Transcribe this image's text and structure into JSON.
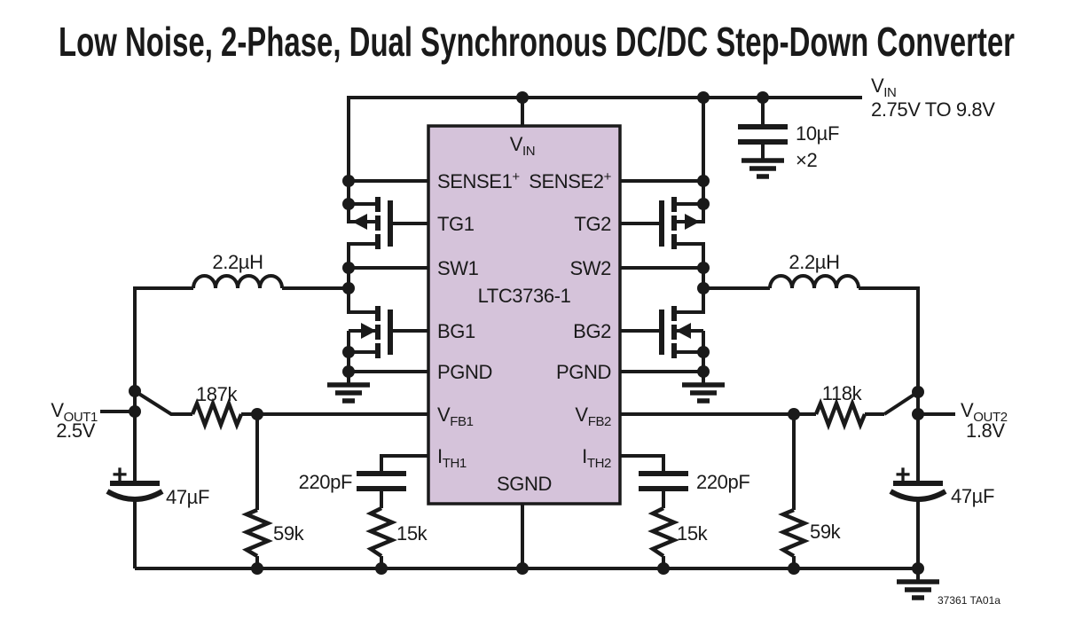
{
  "title": "Low Noise, 2-Phase, Dual Synchronous DC/DC Step-Down Converter",
  "ic": {
    "part_number": "LTC3736-1",
    "pins": {
      "vin": {
        "main": "V",
        "sub": "IN"
      },
      "sense1": {
        "main": "SENSE1",
        "sup": "+"
      },
      "sense2": {
        "main": "SENSE2",
        "sup": "+"
      },
      "tg1": "TG1",
      "tg2": "TG2",
      "sw1": "SW1",
      "sw2": "SW2",
      "bg1": "BG1",
      "bg2": "BG2",
      "pgnd1": "PGND",
      "pgnd2": "PGND",
      "vfb1": {
        "main": "V",
        "sub": "FB1"
      },
      "vfb2": {
        "main": "V",
        "sub": "FB2"
      },
      "ith1": {
        "main": "I",
        "sub": "TH1"
      },
      "ith2": {
        "main": "I",
        "sub": "TH2"
      },
      "sgnd": "SGND"
    }
  },
  "supply": {
    "label": {
      "main": "V",
      "sub": "IN"
    },
    "range": "2.75V TO 9.8V",
    "input_cap": {
      "value": "10µF",
      "qty": "×2"
    }
  },
  "components": {
    "l1": {
      "value": "2.2µH"
    },
    "l2": {
      "value": "2.2µH"
    },
    "r_fb1_top": {
      "value": "187k"
    },
    "r_fb1_bottom": {
      "value": "59k"
    },
    "r_fb2_top": {
      "value": "118k"
    },
    "r_fb2_bottom": {
      "value": "59k"
    },
    "c_ith1": {
      "value": "220pF"
    },
    "r_ith1": {
      "value": "15k"
    },
    "c_ith2": {
      "value": "220pF"
    },
    "r_ith2": {
      "value": "15k"
    },
    "c_out1": {
      "value": "47µF",
      "polarity": "+"
    },
    "c_out2": {
      "value": "47µF",
      "polarity": "+"
    }
  },
  "outputs": {
    "vout1": {
      "label": {
        "main": "V",
        "sub": "OUT1"
      },
      "voltage": "2.5V"
    },
    "vout2": {
      "label": {
        "main": "V",
        "sub": "OUT2"
      },
      "voltage": "1.8V"
    }
  },
  "footnote": "37361 TA01a",
  "colors": {
    "ic_fill": "#d5c3da",
    "line": "#1a1a1a"
  }
}
